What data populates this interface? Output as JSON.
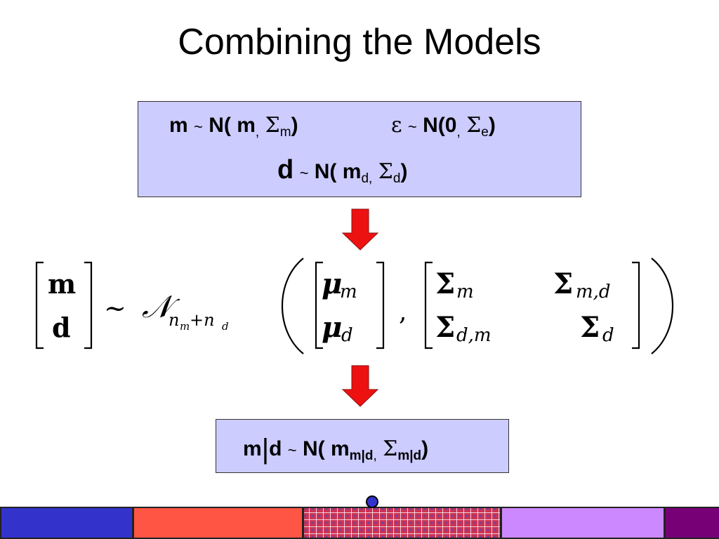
{
  "slide": {
    "title": "Combining the Models"
  },
  "box1": {
    "line1_m": {
      "var": "m",
      "tilde": "~",
      "dist": "N(",
      "mean": "m",
      "mean_sep": ",",
      "sigma": "Σ",
      "sigma_sub": "m",
      "close": ")"
    },
    "line1_eps": {
      "var": "ε",
      "tilde": "~",
      "dist": "N(0",
      "mean_sep": ",",
      "sigma": "Σ",
      "sigma_sub": "e",
      "close": ")"
    },
    "line2": {
      "var": "d",
      "tilde": "~",
      "dist": "N(",
      "mean": "m",
      "mean_sub": "d,",
      "sigma": "Σ",
      "sigma_sub": "d",
      "close": ")"
    }
  },
  "formula": {
    "vec_top": "m",
    "vec_bottom": "d",
    "tilde": "~",
    "normal": "𝒩",
    "normal_sub": "n",
    "normal_sub_m": "m",
    "normal_plus": "+n",
    "normal_sub_d": "d",
    "mu": "μ",
    "mu_sub_m": "m",
    "mu_sub_d": "d",
    "comma": ",",
    "sigma": "Σ",
    "s11_sub": "m",
    "s12_sub": "m,d",
    "s21_sub": "d,m",
    "s22_sub": "d"
  },
  "box2": {
    "var": "m",
    "bar": "|",
    "cond": "d",
    "tilde": "~",
    "dist": "N(",
    "mean": "m",
    "mean_sub": "m|d",
    "sep": ",",
    "sigma": "Σ",
    "sigma_sub": "m|d",
    "close": ")"
  },
  "colors": {
    "box_fill": "#ccccff",
    "arrow_fill": "#ee1111",
    "bar_blue": "#3333cc",
    "bar_red": "#ff5544",
    "bar_grid": "#cc3355",
    "bar_lavender": "#cc88ff",
    "bar_purple": "#770077"
  }
}
